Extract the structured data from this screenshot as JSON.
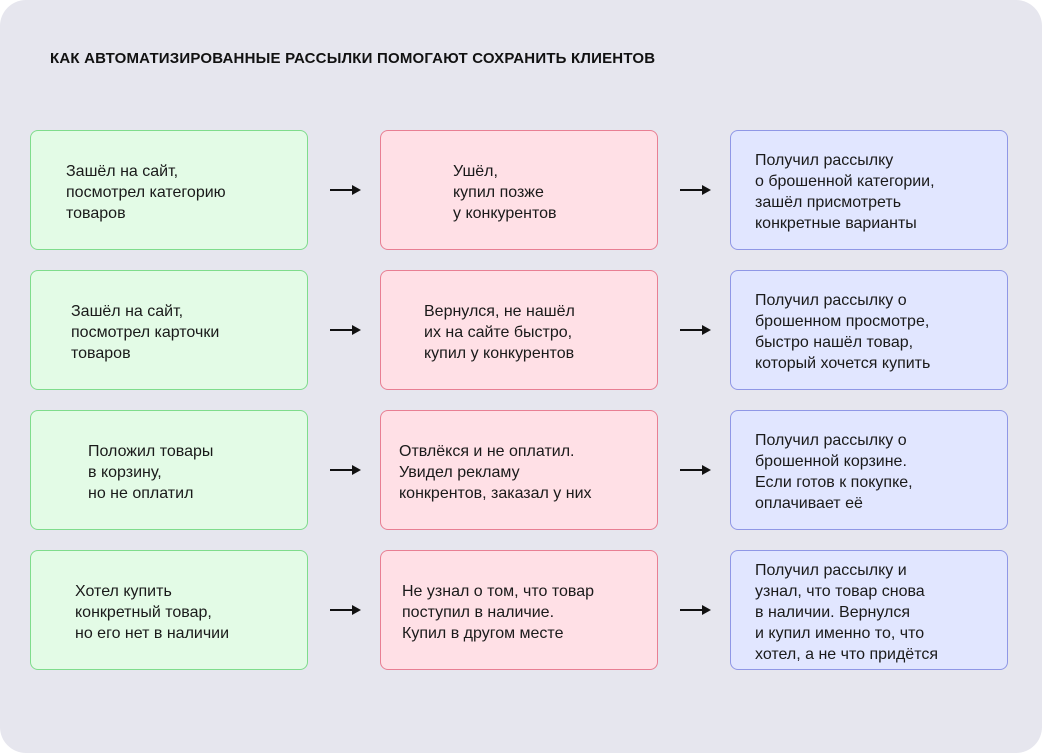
{
  "title": "КАК АВТОМАТИЗИРОВАННЫЕ РАССЫЛКИ ПОМОГАЮТ СОХРАНИТЬ КЛИЕНТОВ",
  "rows": [
    {
      "visit": "Зашёл на сайт,\nпосмотрел категорию\nтоваров",
      "loss": "Ушёл,\nкупил позже\nу конкурентов",
      "result": "Получил рассылку\nо брошенной категории,\nзашёл присмотреть\nконкретные варианты"
    },
    {
      "visit": "Зашёл на сайт,\nпосмотрел карточки\nтоваров",
      "loss": "Вернулся, не нашёл\nих на сайте быстро,\nкупил у конкурентов",
      "result": "Получил рассылку о\nброшенном просмотре,\nбыстро нашёл товар,\nкоторый хочется купить"
    },
    {
      "visit": "Положил товары\nв корзину,\nно не оплатил",
      "loss": "Отвлёкся и не оплатил.\nУвидел рекламу\nконкрентов, заказал у них",
      "result": "Получил рассылку о\nброшенной корзине.\nЕсли готов к покупке,\nоплачивает её"
    },
    {
      "visit": "Хотел купить\nконкретный товар,\nно его нет в наличии",
      "loss": "Не узнал о том, что товар\nпоступил в наличие.\nКупил в другом месте",
      "result": "Получил рассылку и\nузнал, что товар снова\nв наличии. Вернулся\nи купил именно то, что\nхотел, а не что придётся"
    }
  ]
}
